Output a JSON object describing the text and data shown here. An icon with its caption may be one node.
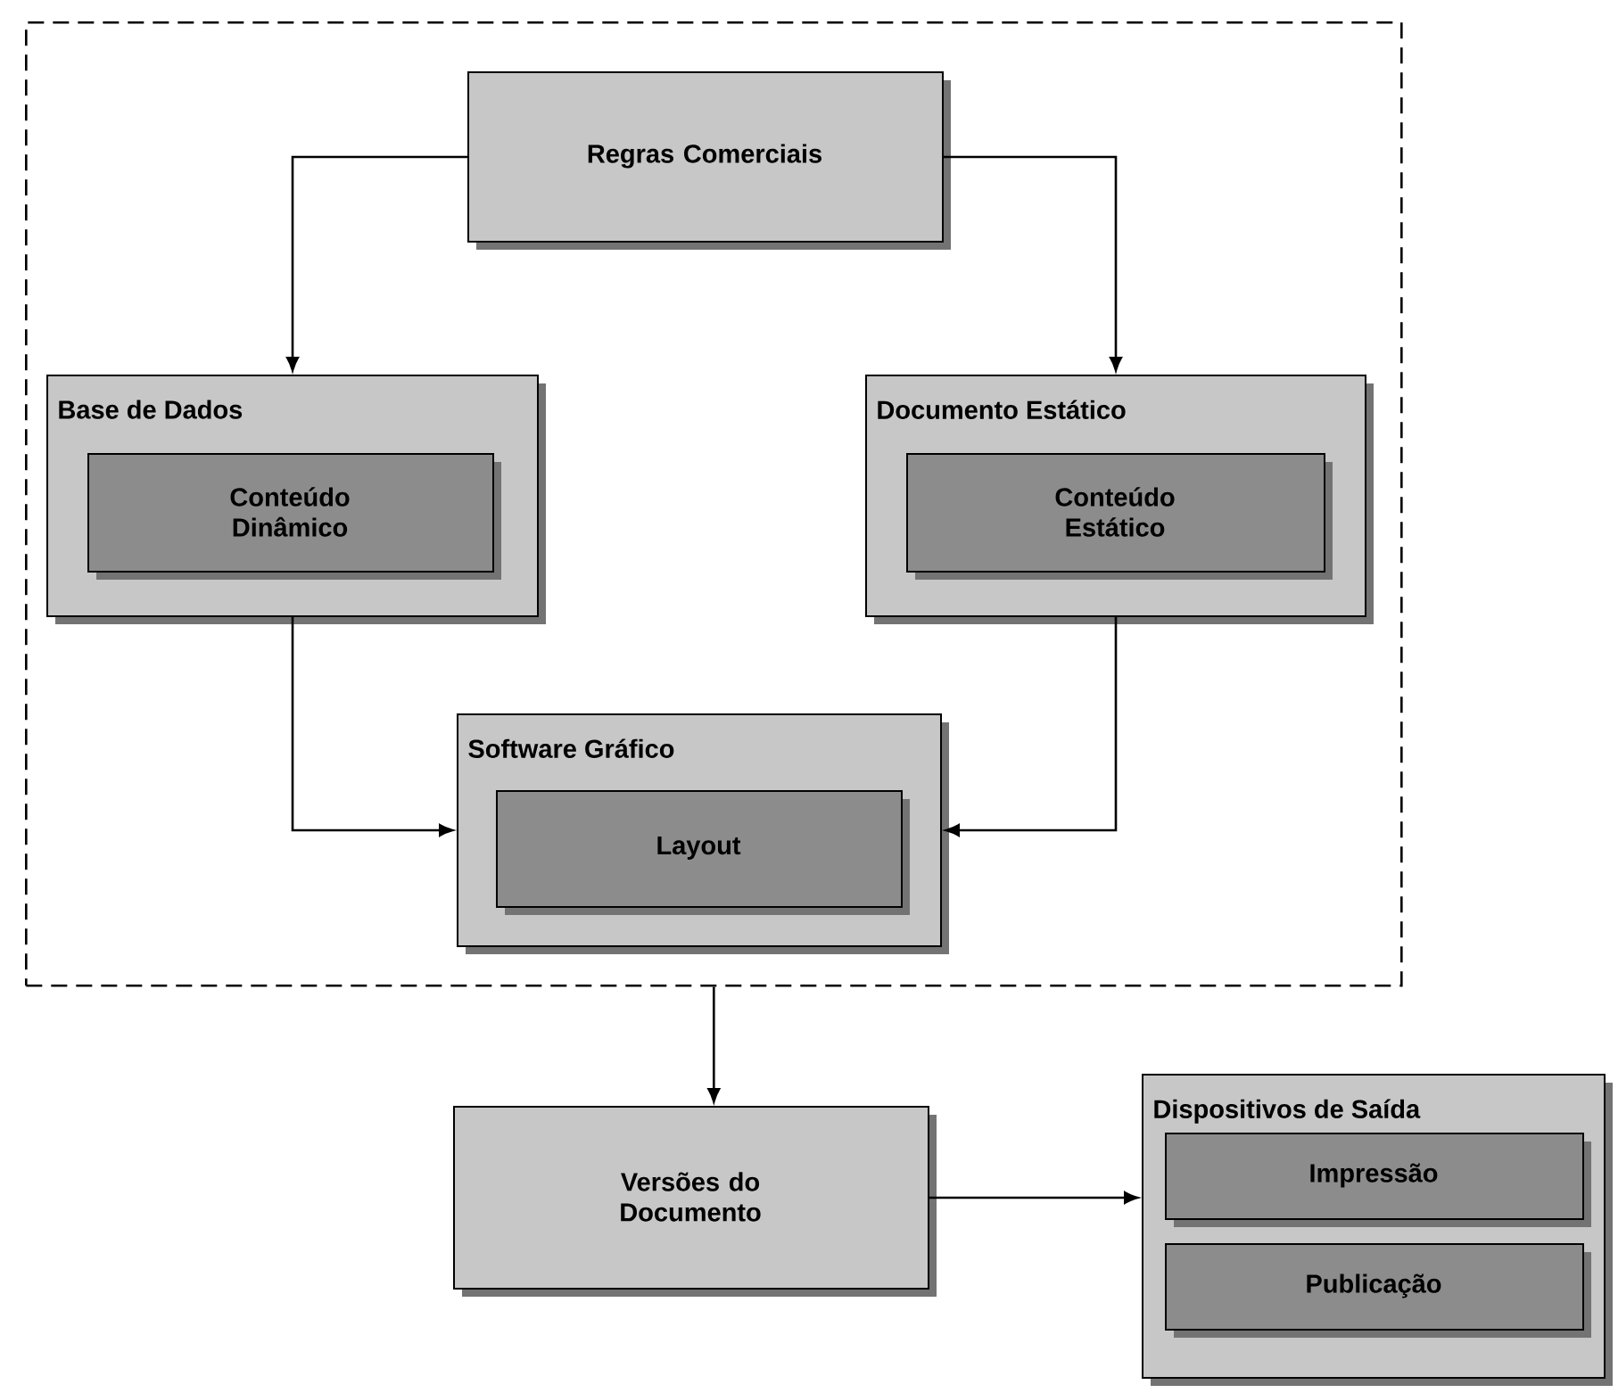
{
  "diagram": {
    "nodes": [
      {
        "text": [],
        "shape": "box"
      },
      {
        "text": [
          "Regras Comerciais"
        ],
        "in": 0
      },
      {
        "text": [
          "Base de Dados"
        ],
        "in": 0
      },
      {
        "text": [
          "Conteúdo Dinâmico"
        ],
        "in": 2
      },
      {
        "text": [
          "Documento Estático"
        ],
        "in": 0
      },
      {
        "text": [
          "Conteúdo Estático"
        ],
        "in": 4
      },
      {
        "text": [
          "Software Gráfico"
        ],
        "in": 0
      },
      {
        "text": [
          "Layout"
        ],
        "in": 6
      },
      {
        "text": [
          "Versões do Documento"
        ]
      },
      {
        "text": [
          "Dispositivos de Saída"
        ]
      },
      {
        "text": [
          "Impressão"
        ],
        "in": 9
      },
      {
        "text": [
          "Publicação"
        ],
        "in": 9
      }
    ],
    "edges": [
      {
        "from": 1,
        "to": 2,
        "arrow": "to"
      },
      {
        "from": 1,
        "to": 4,
        "arrow": "to"
      },
      {
        "from": 2,
        "to": 6,
        "arrow": "to"
      },
      {
        "from": 4,
        "to": 6,
        "arrow": "to"
      },
      {
        "from": 0,
        "to": 8,
        "arrow": "to"
      },
      {
        "from": 8,
        "to": 9,
        "arrow": "to"
      }
    ]
  }
}
